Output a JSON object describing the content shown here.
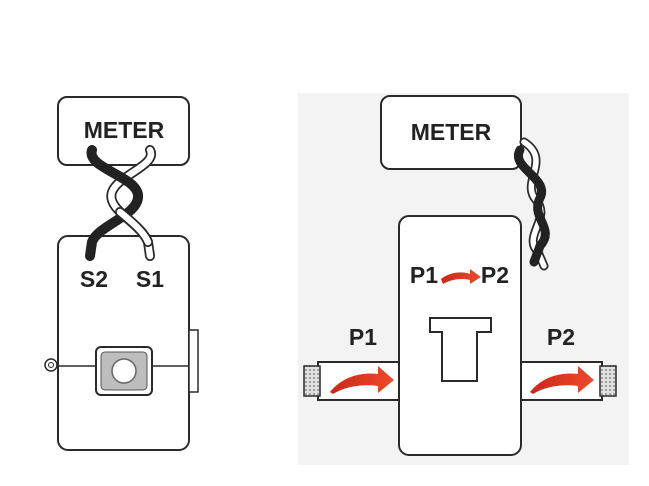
{
  "left_diagram": {
    "meter_label": "METER",
    "terminal_left": "S2",
    "terminal_right": "S1"
  },
  "right_diagram": {
    "meter_label": "METER",
    "flow_from": "P1",
    "flow_to": "P2",
    "port_left": "P1",
    "port_right": "P2"
  },
  "colors": {
    "outline": "#2a2a2a",
    "wire_dark": "#222222",
    "wire_light": "#ffffff",
    "arrow": "#d9321f",
    "panel_background": "#f3f3f3"
  }
}
